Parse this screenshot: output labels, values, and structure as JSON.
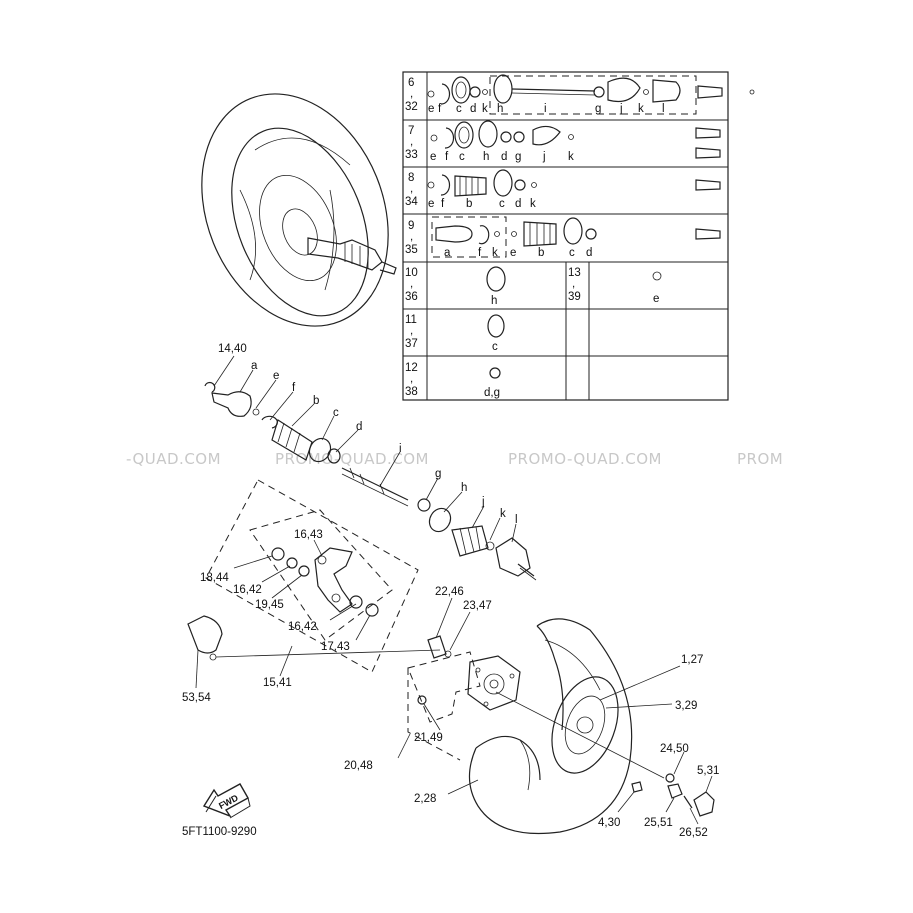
{
  "watermark": {
    "texts": [
      "-QUAD.COM",
      "PROMO-QUAD.COM",
      "PROMO-QUAD.COM",
      "PROM"
    ]
  },
  "diagram_code": "5FT1100-9290",
  "fwd_label": "FWD",
  "callouts": {
    "c14_40": "14,40",
    "a": "a",
    "e": "e",
    "f": "f",
    "b": "b",
    "c": "c",
    "d": "d",
    "i": "i",
    "g": "g",
    "h": "h",
    "j": "j",
    "k": "k",
    "l": "l",
    "c16_43": "16,43",
    "c18_44": "18,44",
    "c16_42a": "16,42",
    "c19_45": "19,45",
    "c16_42b": "16,42",
    "c17_43": "17,43",
    "c22_46": "22,46",
    "c23_47": "23,47",
    "c53_54": "53,54",
    "c15_41": "15,41",
    "c1_27": "1,27",
    "c3_29": "3,29",
    "c20_48": "20,48",
    "c21_49": "21,49",
    "c24_50": "24,50",
    "c5_31": "5,31",
    "c2_28": "2,28",
    "c4_30": "4,30",
    "c25_51": "25,51",
    "c26_52": "26,52"
  },
  "kit_table": {
    "rows": [
      {
        "top": "6",
        "sep": ",",
        "bottom": "32",
        "items": [
          "e",
          "f",
          "c",
          "d",
          "k",
          "h",
          "i",
          "g",
          "j",
          "k",
          "l"
        ]
      },
      {
        "top": "7",
        "sep": ",",
        "bottom": "33",
        "items": [
          "e",
          "f",
          "c",
          "h",
          "d",
          "g",
          "j",
          "k"
        ]
      },
      {
        "top": "8",
        "sep": ",",
        "bottom": "34",
        "items": [
          "e",
          "f",
          "b",
          "c",
          "d",
          "k"
        ]
      },
      {
        "top": "9",
        "sep": ",",
        "bottom": "35",
        "items": [
          "a",
          "f",
          "k",
          "e",
          "b",
          "c",
          "d"
        ]
      },
      {
        "top": "10",
        "sep": ",",
        "bottom": "36",
        "items": [
          "h"
        ]
      },
      {
        "top": "11",
        "sep": ",",
        "bottom": "37",
        "items": [
          "c"
        ]
      },
      {
        "top": "12",
        "sep": ",",
        "bottom": "38",
        "items": [
          "d,g"
        ]
      },
      {
        "top": "13",
        "sep": ",",
        "bottom": "39",
        "items": [
          "e"
        ]
      }
    ]
  }
}
